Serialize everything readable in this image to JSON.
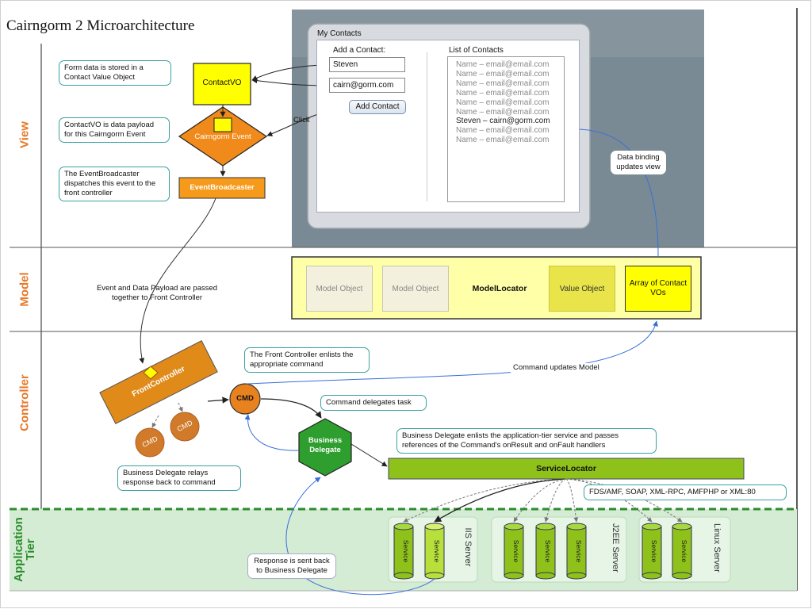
{
  "title": "Cairngorm 2 Microarchitecture",
  "bands": {
    "view": "View",
    "model": "Model",
    "controller": "Controller",
    "app_line1": "Application",
    "app_line2": "Tier"
  },
  "colors": {
    "orange_label": "#e8792a",
    "green_label": "#2e8b2e",
    "note_border": "#3aa0a0",
    "contactvo_fill": "#ffff00",
    "event_fill": "#f08a1a",
    "broadcaster_fill": "#f59a1a",
    "front_controller_fill": "#e08a1a",
    "cmd_fill": "#e8821e",
    "delegate_fill": "#2e9e2e",
    "service_locator_fill": "#8ec21a",
    "service_fill": "#8ec21a",
    "model_fill": "#ffffa8",
    "gray_panel": "#7a8a94",
    "app_tier_fill": "#d4ecd4",
    "data_arrow": "#3a6fd8"
  },
  "view": {
    "note_contactvo": "Form data is stored in a Contact Value Object",
    "contactvo": "ContactVO",
    "note_payload": "ContactVO is data payload for this Cairngorm Event",
    "event": "Cairngorm Event",
    "note_broadcaster": "The EventBroadcaster dispatches this event to the front controller",
    "broadcaster": "EventBroadcaster",
    "click": "Click",
    "data_binding": "Data binding updates view"
  },
  "app_ui": {
    "window_title": "My Contacts",
    "add_label": "Add a Contact:",
    "name_value": "Steven",
    "email_value": "cairn@gorm.com",
    "add_button": "Add Contact",
    "list_label": "List of Contacts",
    "contacts": [
      "Name – email@email.com",
      "Name – email@email.com",
      "Name – email@email.com",
      "Name – email@email.com",
      "Name – email@email.com",
      "Name – email@email.com",
      "Steven – cairn@gorm.com",
      "Name – email@email.com",
      "Name – email@email.com"
    ]
  },
  "model": {
    "model_object_1": "Model Object",
    "model_object_2": "Model Object",
    "locator": "ModelLocator",
    "value_object": "Value Object",
    "array_vos": "Array of Contact VOs",
    "event_payload": "Event and Data Payload are passed together to Front Controller"
  },
  "controller": {
    "front_controller": "FrontController",
    "cmd": "CMD",
    "note_enlists": "The Front Controller enlists the appropriate command",
    "command_updates": "Command updates Model",
    "note_delegates": "Command delegates task",
    "business_delegate": "Business Delegate",
    "note_relays": "Business Delegate relays response back to command",
    "note_service": "Business Delegate enlists the application-tier service and passes references of the Command's onResult and onFault handlers",
    "service_locator": "ServiceLocator",
    "protocols": "FDS/AMF, SOAP, XML-RPC, AMFPHP or XML:80"
  },
  "app_tier": {
    "service": "Service",
    "iis": "IIS Server",
    "j2ee": "J2EE Server",
    "linux": "Linux Server",
    "response": "Response is sent back to Business Delegate"
  }
}
